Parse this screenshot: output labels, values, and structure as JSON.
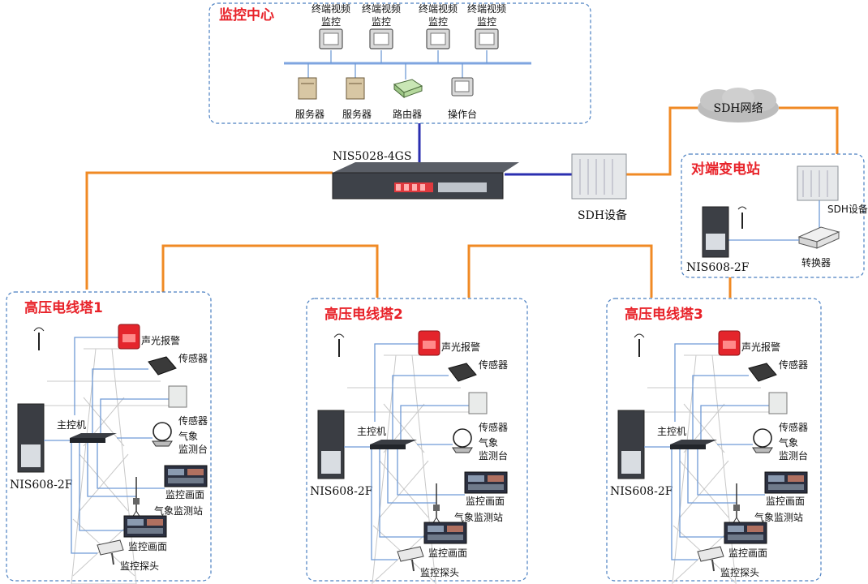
{
  "control_center": {
    "title": "监控中心",
    "terminal_label": "终端视频监控",
    "terminals": [
      "终端视频\n监控",
      "终端视频\n监控",
      "终端视频\n监控",
      "终端视频\n监控"
    ],
    "devices": [
      "服务器",
      "服务器",
      "路由器",
      "操作台"
    ]
  },
  "core_switch": {
    "label": "NIS5028-4GS"
  },
  "sdh_device": {
    "label": "SDH设备"
  },
  "sdh_network": {
    "label": "SDH网络"
  },
  "remote_substation": {
    "title": "对端变电站",
    "sdh_label": "SDH设备",
    "converter_label": "转换器",
    "switch_label": "NIS608-2F"
  },
  "towers": [
    {
      "title": "高压电线塔1",
      "main_controller": "主控机",
      "switch_label": "NIS608-2F",
      "items": [
        "声光报警",
        "传感器",
        "传感器",
        "气象\n监测台",
        "监控画面",
        "气象监测站",
        "监控画面",
        "监控探头"
      ]
    },
    {
      "title": "高压电线塔2",
      "main_controller": "主控机",
      "switch_label": "NIS608-2F",
      "items": [
        "声光报警",
        "传感器",
        "传感器",
        "气象\n监测台",
        "监控画面",
        "气象监测站",
        "监控画面",
        "监控探头"
      ]
    },
    {
      "title": "高压电线塔3",
      "main_controller": "主控机",
      "switch_label": "NIS608-2F",
      "items": [
        "声光报警",
        "传感器",
        "传感器",
        "气象\n监测台",
        "监控画面",
        "气象监测站",
        "监控画面",
        "监控探头"
      ]
    }
  ],
  "colors": {
    "fiber": "#f08a24",
    "backbone": "#2b2fb0",
    "lan": "#6f9ad6",
    "title": "#e8232a",
    "region_border": "#4a7fc1"
  }
}
